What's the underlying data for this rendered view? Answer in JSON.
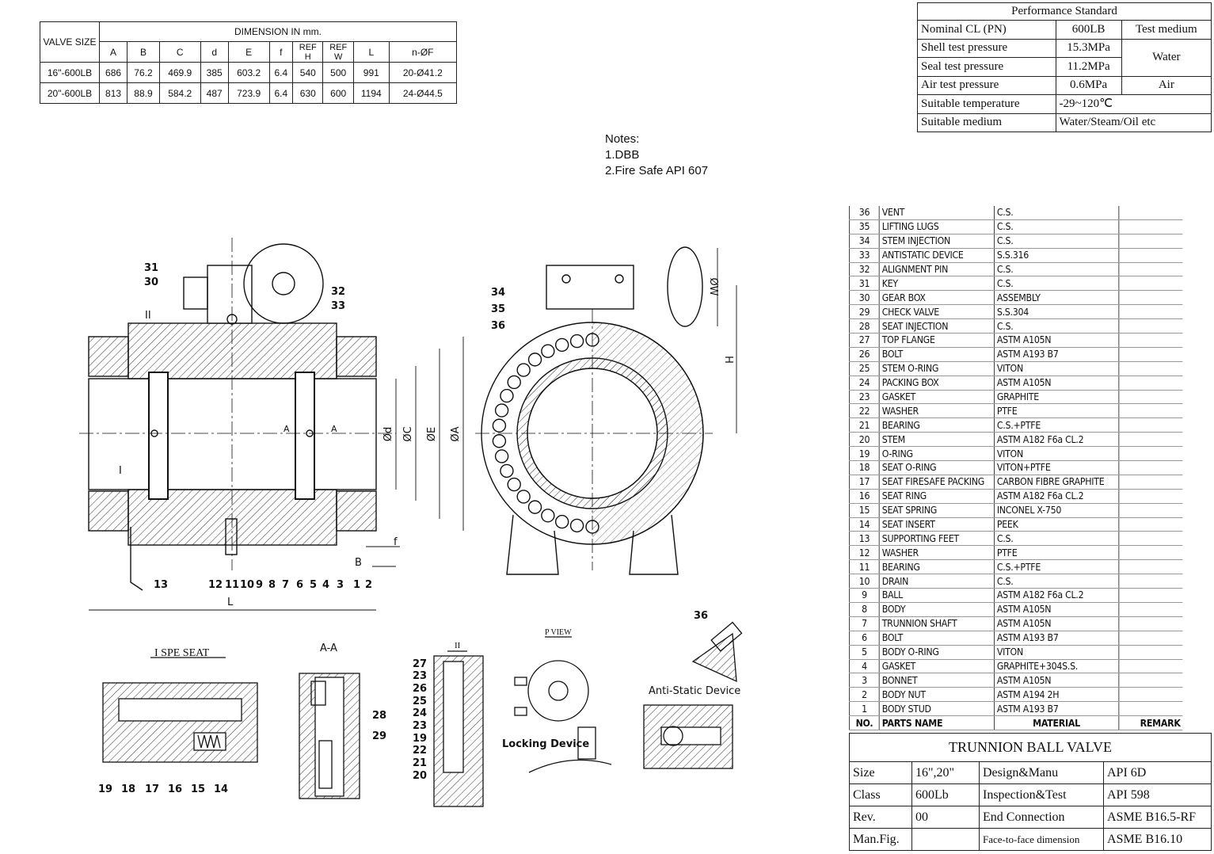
{
  "dimension_table": {
    "header_valve_size": "VALVE SIZE",
    "header_dimension": "DIMENSION IN mm.",
    "columns": [
      "A",
      "B",
      "C",
      "d",
      "E",
      "f",
      "REF H",
      "REF W",
      "L",
      "n-ØF"
    ],
    "rows": [
      {
        "size": "16\"-600LB",
        "values": [
          "686",
          "76.2",
          "469.9",
          "385",
          "603.2",
          "6.4",
          "540",
          "500",
          "991",
          "20-Ø41.2"
        ]
      },
      {
        "size": "20\"-600LB",
        "values": [
          "813",
          "88.9",
          "584.2",
          "487",
          "723.9",
          "6.4",
          "630",
          "600",
          "1194",
          "24-Ø44.5"
        ]
      }
    ]
  },
  "performance": {
    "title": "Performance Standard",
    "rows": [
      {
        "label": "Nominal CL (PN)",
        "value": "600LB",
        "medium": "Test medium"
      },
      {
        "label": "Shell test pressure",
        "value": "15.3MPa",
        "medium": "Water"
      },
      {
        "label": "Seal test pressure",
        "value": "11.2MPa"
      },
      {
        "label": "Air test pressure",
        "value": "0.6MPa",
        "medium": "Air"
      },
      {
        "label": "Suitable temperature",
        "value": "-29~120℃"
      },
      {
        "label": "Suitable medium",
        "value": "Water/Steam/Oil etc"
      }
    ]
  },
  "notes": {
    "heading": "Notes:",
    "items": [
      "1.DBB",
      "2.Fire Safe API 607"
    ]
  },
  "parts": {
    "header": {
      "no": "NO.",
      "name": "PARTS NAME",
      "material": "MATERIAL",
      "remark": "REMARK"
    },
    "rows": [
      {
        "no": "36",
        "name": "VENT",
        "material": "C.S."
      },
      {
        "no": "35",
        "name": "LIFTING LUGS",
        "material": "C.S."
      },
      {
        "no": "34",
        "name": "STEM INJECTION",
        "material": "C.S."
      },
      {
        "no": "33",
        "name": "ANTISTATIC DEVICE",
        "material": "S.S.316"
      },
      {
        "no": "32",
        "name": "ALIGNMENT PIN",
        "material": "C.S."
      },
      {
        "no": "31",
        "name": "KEY",
        "material": "C.S."
      },
      {
        "no": "30",
        "name": "GEAR BOX",
        "material": "ASSEMBLY"
      },
      {
        "no": "29",
        "name": "CHECK VALVE",
        "material": "S.S.304"
      },
      {
        "no": "28",
        "name": "SEAT INJECTION",
        "material": "C.S."
      },
      {
        "no": "27",
        "name": "TOP FLANGE",
        "material": "ASTM A105N"
      },
      {
        "no": "26",
        "name": "BOLT",
        "material": "ASTM A193 B7"
      },
      {
        "no": "25",
        "name": "STEM O-RING",
        "material": "VITON"
      },
      {
        "no": "24",
        "name": "PACKING BOX",
        "material": "ASTM A105N"
      },
      {
        "no": "23",
        "name": "GASKET",
        "material": "GRAPHITE"
      },
      {
        "no": "22",
        "name": "WASHER",
        "material": "PTFE"
      },
      {
        "no": "21",
        "name": "BEARING",
        "material": "C.S.+PTFE"
      },
      {
        "no": "20",
        "name": "STEM",
        "material": "ASTM A182 F6a CL.2"
      },
      {
        "no": "19",
        "name": "O-RING",
        "material": "VITON"
      },
      {
        "no": "18",
        "name": "SEAT O-RING",
        "material": "VITON+PTFE"
      },
      {
        "no": "17",
        "name": "SEAT FIRESAFE PACKING",
        "material": "CARBON FIBRE GRAPHITE"
      },
      {
        "no": "16",
        "name": "SEAT RING",
        "material": "ASTM A182 F6a CL.2"
      },
      {
        "no": "15",
        "name": "SEAT SPRING",
        "material": "INCONEL X-750"
      },
      {
        "no": "14",
        "name": "SEAT INSERT",
        "material": "PEEK"
      },
      {
        "no": "13",
        "name": "SUPPORTING FEET",
        "material": "C.S."
      },
      {
        "no": "12",
        "name": "WASHER",
        "material": "PTFE"
      },
      {
        "no": "11",
        "name": "BEARING",
        "material": "C.S.+PTFE"
      },
      {
        "no": "10",
        "name": "DRAIN",
        "material": "C.S."
      },
      {
        "no": "9",
        "name": "BALL",
        "material": "ASTM A182 F6a CL.2"
      },
      {
        "no": "8",
        "name": "BODY",
        "material": "ASTM A105N"
      },
      {
        "no": "7",
        "name": "TRUNNION SHAFT",
        "material": "ASTM A105N"
      },
      {
        "no": "6",
        "name": "BOLT",
        "material": "ASTM A193 B7"
      },
      {
        "no": "5",
        "name": "BODY O-RING",
        "material": "VITON"
      },
      {
        "no": "4",
        "name": "GASKET",
        "material": "GRAPHITE+304S.S."
      },
      {
        "no": "3",
        "name": "BONNET",
        "material": "ASTM A105N"
      },
      {
        "no": "2",
        "name": "BODY NUT",
        "material": "ASTM A194 2H"
      },
      {
        "no": "1",
        "name": "BODY STUD",
        "material": "ASTM A193 B7"
      }
    ]
  },
  "title_block": {
    "title": "TRUNNION BALL VALVE",
    "rows": [
      {
        "k1": "Size",
        "v1": "16\",20\"",
        "k2": "Design&Manu",
        "v2": "API 6D"
      },
      {
        "k1": "Class",
        "v1": "600Lb",
        "k2": "Inspection&Test",
        "v2": "API 598"
      },
      {
        "k1": "Rev.",
        "v1": "00",
        "k2": "End Connection",
        "v2": "ASME B16.5-RF"
      },
      {
        "k1": "Man.Fig.",
        "v1": "",
        "k2": "Face-to-face dimension",
        "v2": "ASME B16.10"
      }
    ]
  },
  "drawing": {
    "main_balloons": [
      "31",
      "30",
      "32",
      "33",
      "13",
      "12",
      "11",
      "10",
      "9",
      "8",
      "7",
      "6",
      "5",
      "4",
      "3",
      "1",
      "2"
    ],
    "side_balloons": [
      "34",
      "35",
      "36"
    ],
    "dim_labels": {
      "d": "Ød",
      "c": "ØC",
      "e": "ØE",
      "a": "ØA",
      "w": "ØW",
      "h": "H",
      "l": "L",
      "b": "B",
      "f": "f",
      "roman_one": "I",
      "roman_two": "II",
      "section": "A"
    },
    "detail_titles": {
      "seat": "I SPE SEAT",
      "aa": "A-A",
      "ii": "II",
      "pview": "P VIEW",
      "antistatic": "Anti-Static Device",
      "locking": "Locking Device"
    },
    "seat_balloons": [
      "19",
      "18",
      "17",
      "16",
      "15",
      "14"
    ],
    "aa_balloons": [
      "28",
      "29"
    ],
    "ii_balloons": [
      "27",
      "23",
      "26",
      "25",
      "24",
      "23",
      "19",
      "22",
      "21",
      "20"
    ],
    "vent_balloon": "36"
  }
}
